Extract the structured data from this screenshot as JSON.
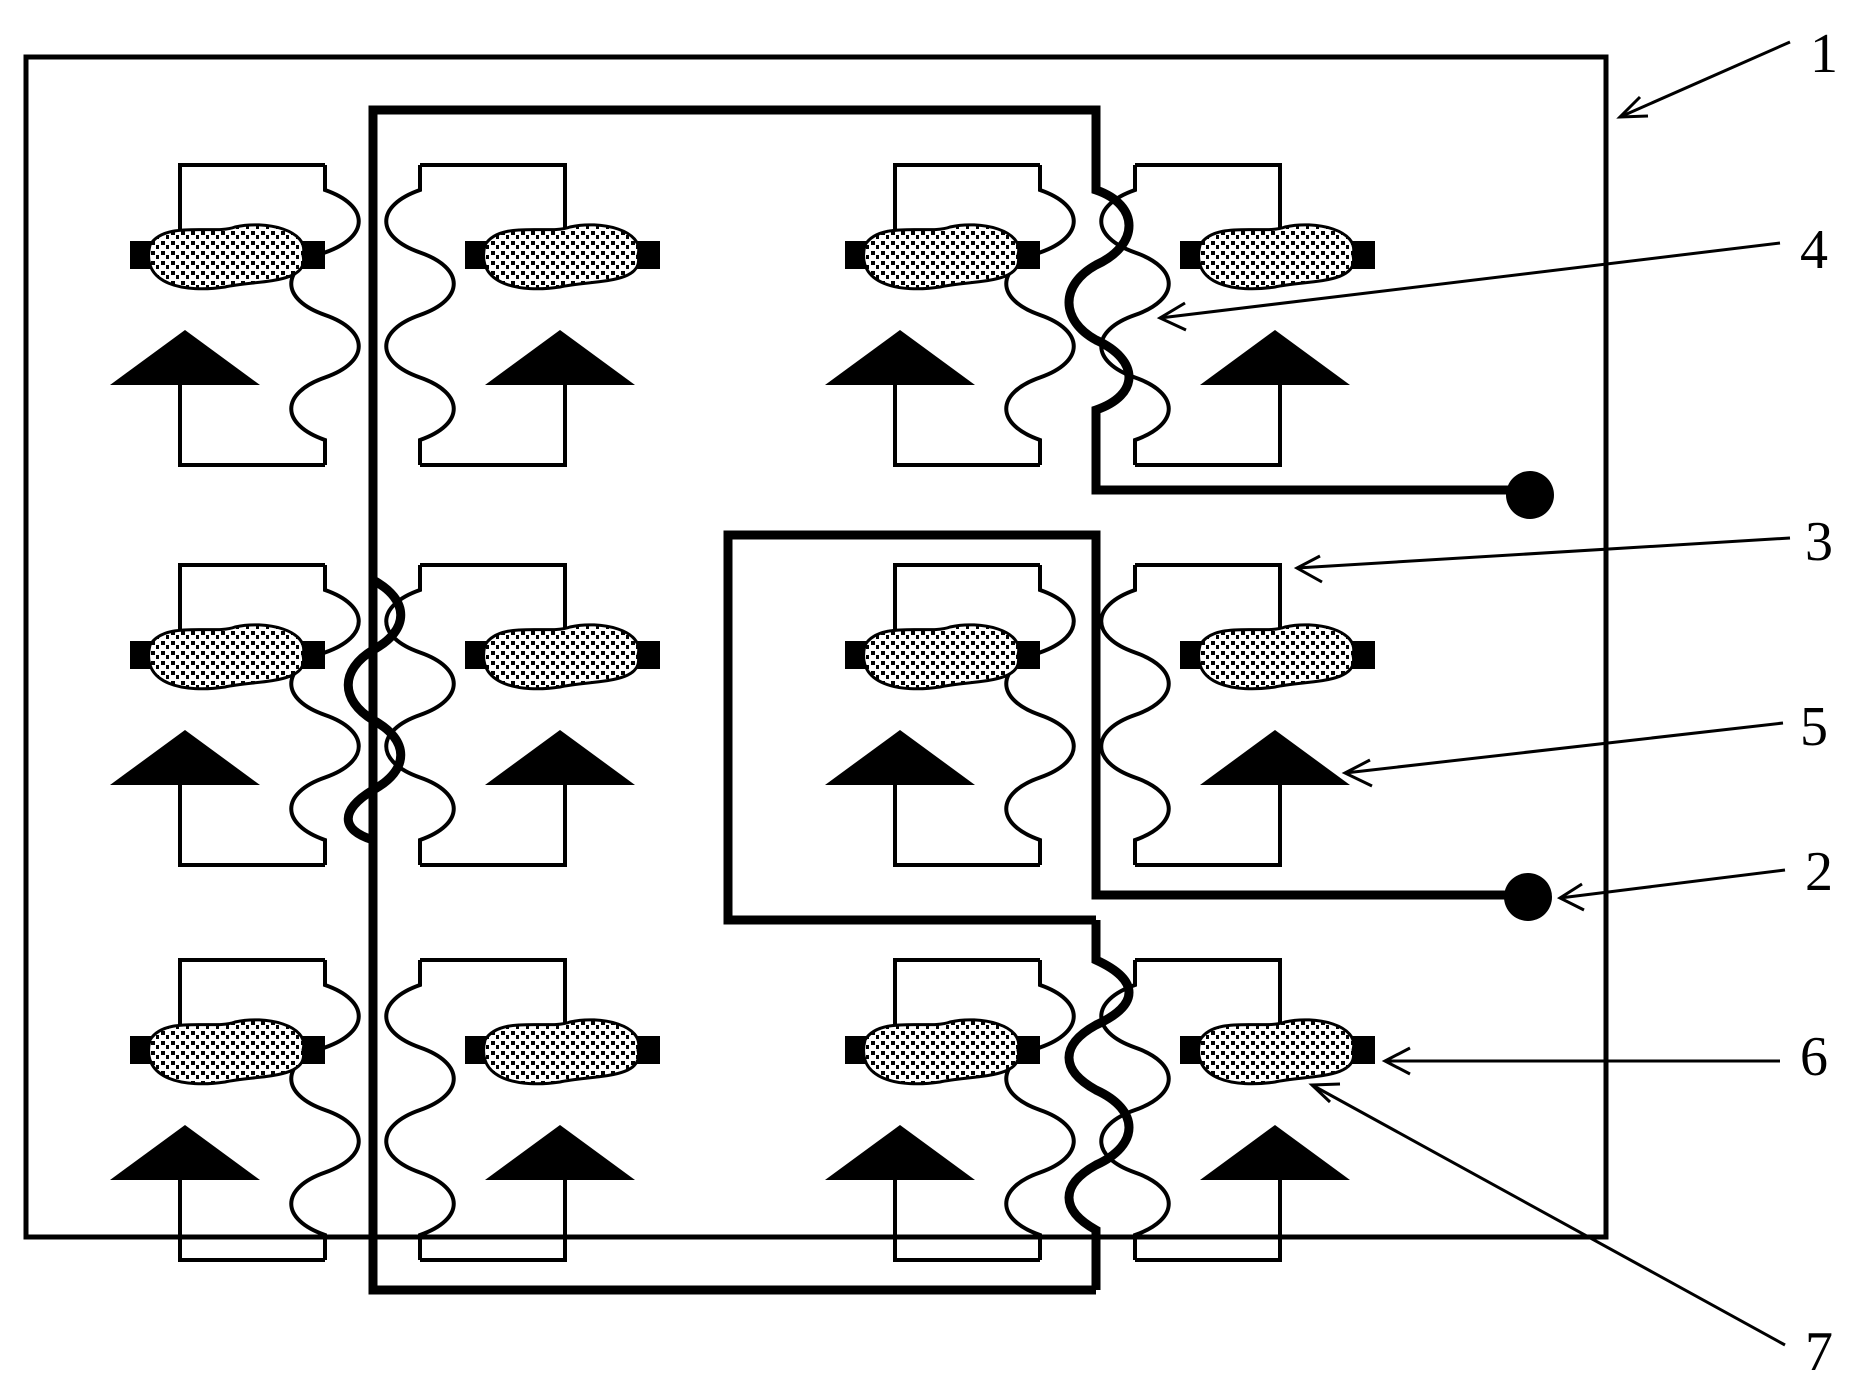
{
  "diagram": {
    "reference_numerals": [
      "1",
      "4",
      "3",
      "5",
      "2",
      "6",
      "7"
    ]
  },
  "colors": {
    "ink": "#000000",
    "paper": "#ffffff",
    "pad_fill": "#ffffff"
  },
  "cells": {
    "rows": 3,
    "columns_per_row": 4,
    "description_icons": [
      "triangle-marker",
      "speckled-pad",
      "wavy-coil"
    ]
  }
}
